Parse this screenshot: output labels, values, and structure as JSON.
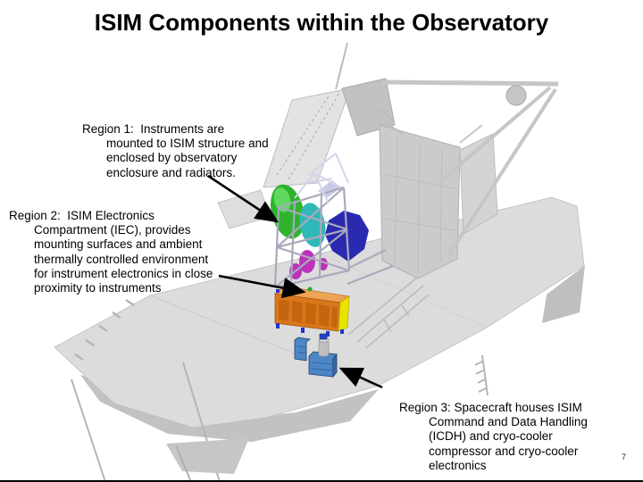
{
  "slide": {
    "title": "ISIM Components within the Observatory",
    "page_number": "7"
  },
  "annotations": {
    "region1": {
      "lines": [
        "Region 1:  Instruments are",
        "mounted to ISIM structure and",
        "enclosed by observatory",
        "enclosure and radiators."
      ]
    },
    "region2": {
      "lines": [
        "Region 2:  ISIM Electronics",
        "Compartment (IEC), provides",
        "mounting surfaces and ambient",
        "thermally controlled environment",
        "for instrument electronics in close",
        "proximity to instruments"
      ]
    },
    "region3": {
      "lines": [
        "Region 3: Spacecraft houses ISIM",
        "Command and Data Handling",
        "(ICDH) and cryo-cooler",
        "compressor and cryo-cooler",
        "electronics"
      ]
    }
  },
  "diagram": {
    "colors": {
      "instrument_green": "#2db32d",
      "instrument_green_hi": "#5fd95f",
      "instrument_cyan": "#30b8b8",
      "instrument_blue": "#2a2ab0",
      "instrument_magenta": "#bb33bb",
      "iec_orange_front": "#d9781a",
      "iec_orange_top": "#eda455",
      "iec_yellow": "#e8e400",
      "iec_foot_blue": "#2233cc",
      "cryo_blue": "#4d86c6",
      "arrow_black": "#000000",
      "sunshield_gray": "#dcdcdc",
      "structure_gray": "#c9c9c9"
    }
  }
}
